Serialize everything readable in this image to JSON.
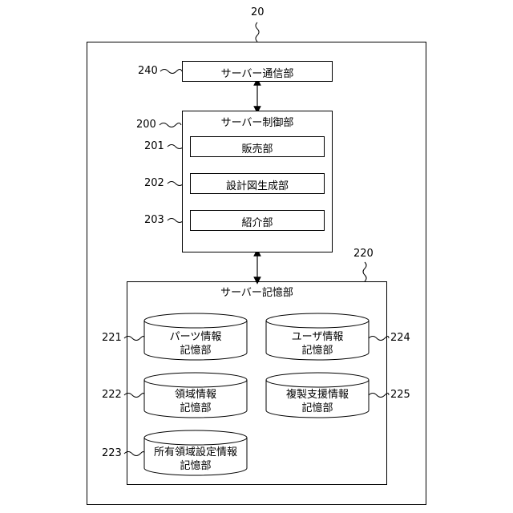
{
  "device": {
    "ref": "20",
    "server_comm": {
      "ref": "240",
      "label": "サーバー通信部"
    },
    "server_control": {
      "ref": "200",
      "label": "サーバー制御部",
      "units": [
        {
          "ref": "201",
          "label": "販売部"
        },
        {
          "ref": "202",
          "label": "設計図生成部"
        },
        {
          "ref": "203",
          "label": "紹介部"
        }
      ]
    },
    "server_storage": {
      "ref": "220",
      "label": "サーバー記憶部",
      "databases": [
        {
          "ref": "221",
          "line1": "パーツ情報",
          "line2": "記憶部"
        },
        {
          "ref": "224",
          "line1": "ユーザ情報",
          "line2": "記憶部"
        },
        {
          "ref": "222",
          "line1": "領域情報",
          "line2": "記憶部"
        },
        {
          "ref": "225",
          "line1": "複製支援情報",
          "line2": "記憶部"
        },
        {
          "ref": "223",
          "line1": "所有領域設定情報",
          "line2": "記憶部"
        }
      ]
    }
  }
}
